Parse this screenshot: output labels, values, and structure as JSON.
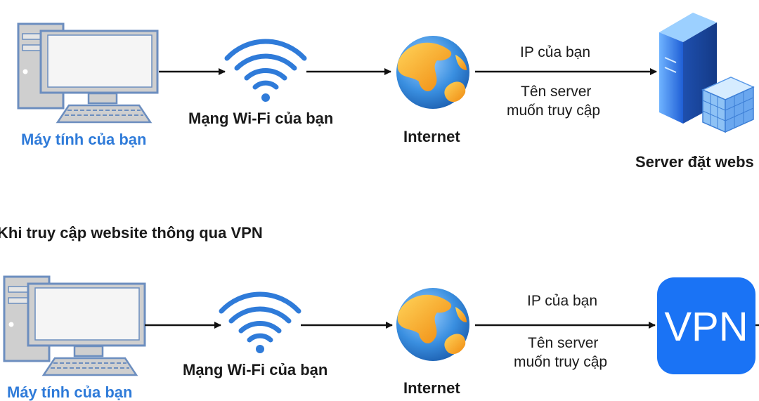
{
  "top_flow": {
    "computer_label": "Máy tính của bạn",
    "wifi_label": "Mạng Wi-Fi của bạn",
    "internet_label": "Internet",
    "edge_label_ip": "IP của bạn",
    "edge_label_server_1": "Tên server",
    "edge_label_server_2": "muốn truy cập",
    "server_label": "Server đặt webs"
  },
  "section_title": "Khi truy cập website thông qua VPN",
  "bottom_flow": {
    "computer_label": "Máy tính của bạn",
    "wifi_label": "Mạng Wi-Fi của bạn",
    "internet_label": "Internet",
    "edge_label_ip": "IP của bạn",
    "edge_label_server_1": "Tên server",
    "edge_label_server_2": "muốn truy cập",
    "vpn_label": "VPN"
  },
  "colors": {
    "computer_fill": "#c9c9c9",
    "computer_stroke": "#6c8ebf",
    "wifi_blue": "#2f7bd9",
    "vpn_blue": "#1a73f5",
    "label_blue": "#2f7bd9"
  },
  "icons": [
    "computer-icon",
    "wifi-icon",
    "globe-icon",
    "server-icon",
    "vpn-icon"
  ]
}
